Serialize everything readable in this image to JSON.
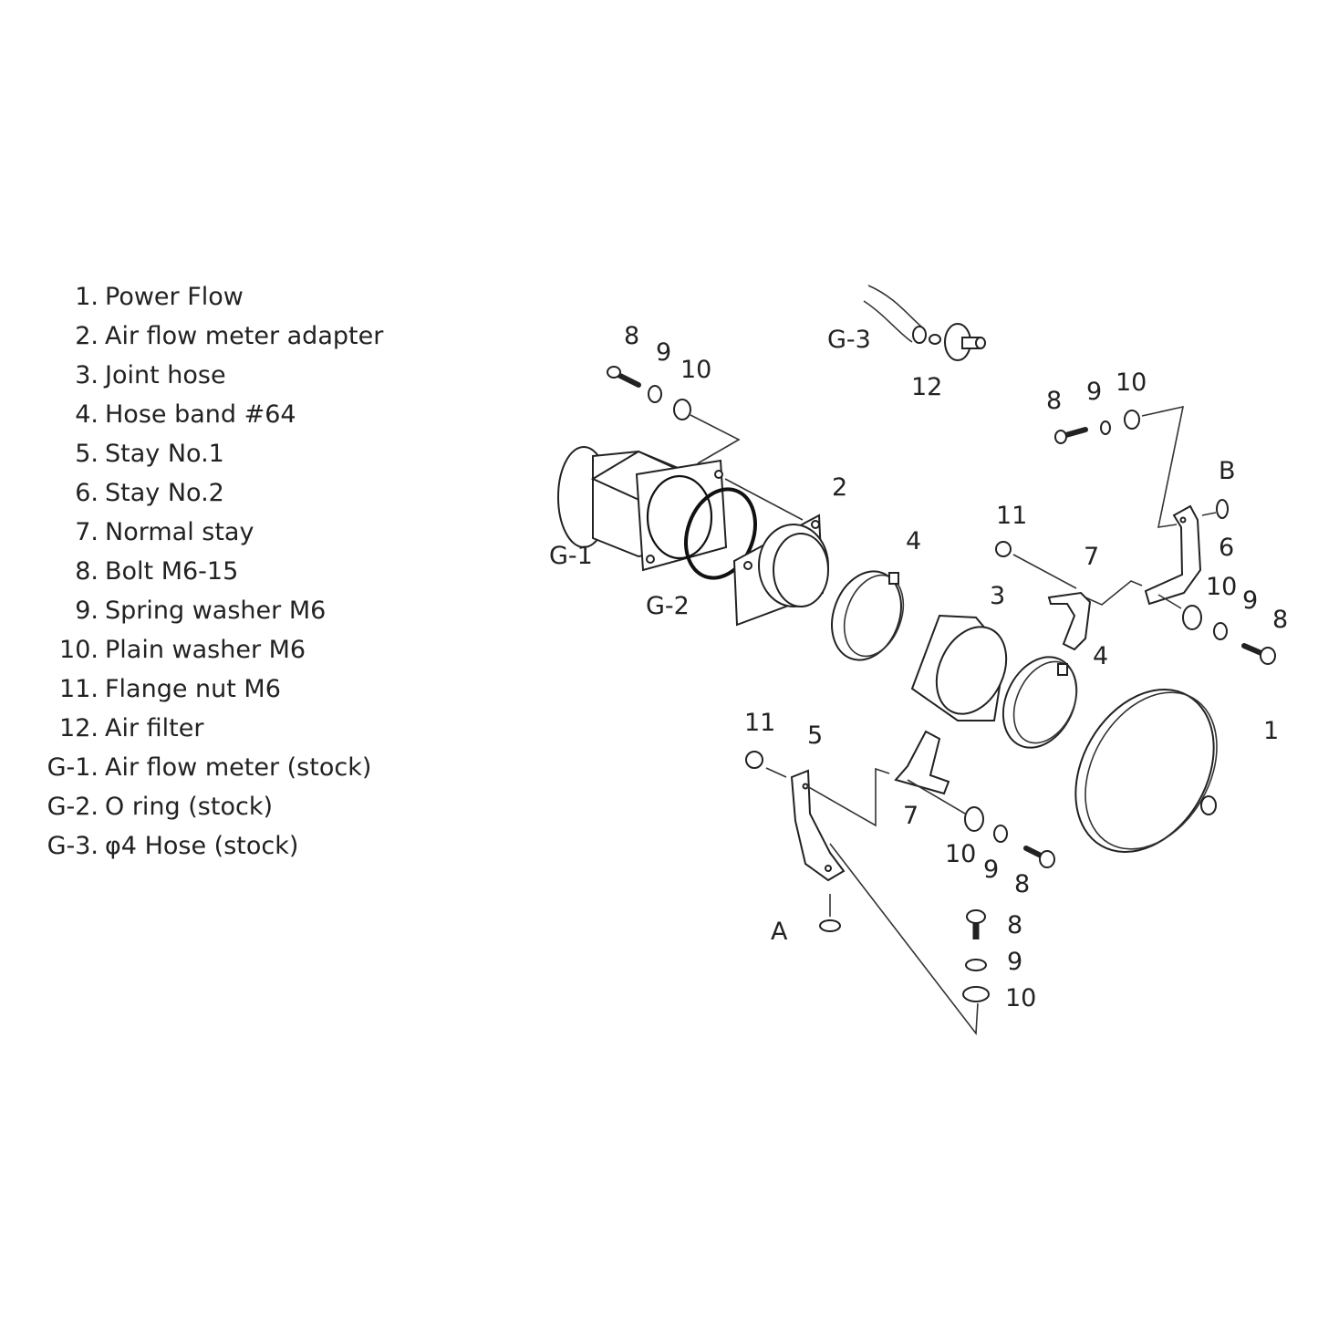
{
  "legend": [
    {
      "num": "1.",
      "text": "Power Flow"
    },
    {
      "num": "2.",
      "text": "Air flow meter adapter"
    },
    {
      "num": "3.",
      "text": "Joint hose"
    },
    {
      "num": "4.",
      "text": "Hose band #64"
    },
    {
      "num": "5.",
      "text": "Stay No.1"
    },
    {
      "num": "6.",
      "text": "Stay No.2"
    },
    {
      "num": "7.",
      "text": "Normal stay"
    },
    {
      "num": "8.",
      "text": "Bolt M6-15"
    },
    {
      "num": "9.",
      "text": "Spring washer M6"
    },
    {
      "num": "10.",
      "text": "Plain washer M6"
    },
    {
      "num": "11.",
      "text": "Flange nut M6"
    },
    {
      "num": "12.",
      "text": "Air filter"
    },
    {
      "num": "G-1.",
      "text": "Air flow meter (stock)"
    },
    {
      "num": "G-2.",
      "text": "O ring (stock)"
    },
    {
      "num": "G-3.",
      "text": "φ4  Hose (stock)"
    }
  ],
  "callouts": {
    "p1": "1",
    "p2": "2",
    "p3": "3",
    "p4a": "4",
    "p4b": "4",
    "p5": "5",
    "p6": "6",
    "p7a": "7",
    "p7b": "7",
    "p8a": "8",
    "p9a": "9",
    "p10a": "10",
    "p8b": "8",
    "p9b": "9",
    "p10b": "10",
    "p8c": "8",
    "p9c": "9",
    "p10c": "10",
    "p8d": "8",
    "p9d": "9",
    "p10d": "10",
    "p8e": "8",
    "p9e": "9",
    "p10e": "10",
    "p11a": "11",
    "p11b": "11",
    "p12": "12",
    "g1": "G-1",
    "g2": "G-2",
    "g3": "G-3",
    "a": "A",
    "b": "B"
  }
}
